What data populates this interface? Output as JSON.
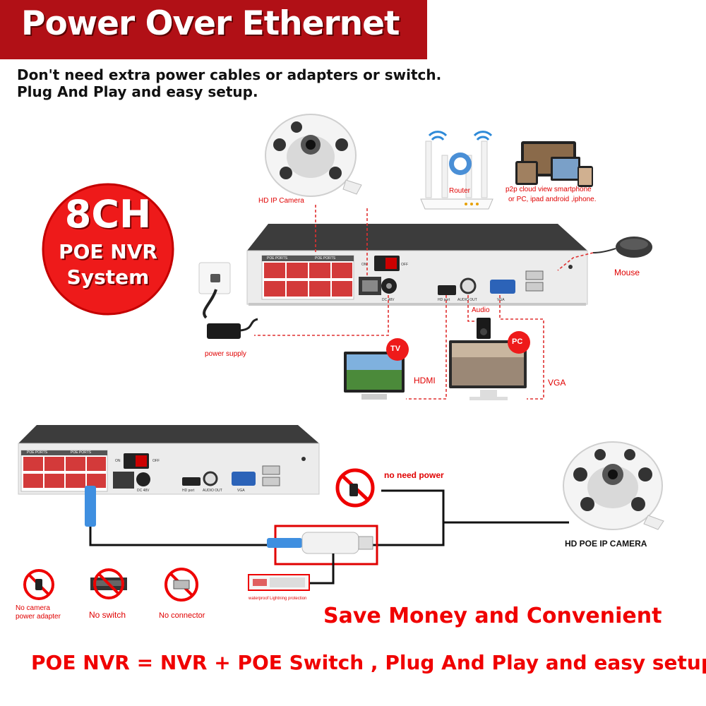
{
  "header": {
    "title": "Power Over Ethernet",
    "line1": "Don't need extra power cables or adapters or switch.",
    "line2": "Plug And Play and easy setup."
  },
  "badge": {
    "line1": "8CH",
    "line2": "POE NVR",
    "line3": "System"
  },
  "labels": {
    "hd_ip_camera": "HD IP Camera",
    "router": "Router",
    "p2p_line1": "p2p cloud  view smartphone",
    "p2p_line2": "or PC, ipad android ,iphone.",
    "mouse": "Mouse",
    "power_supply": "power supply",
    "audio": "Audio",
    "tv": "TV",
    "pc": "PC",
    "hdmi": "HDMI",
    "vga": "VGA",
    "no_need_power": "no need power",
    "hd_poe_ip_camera": "HD POE IP CAMERA",
    "waterproof": "waterproof Lightning protection",
    "no_adapter_1": "No camera",
    "no_adapter_2": "power adapter",
    "no_switch": "No switch",
    "no_connector": "No connector"
  },
  "nvr_panel": {
    "poe_ports": "POE PORTS",
    "on": "ON",
    "off": "OFF",
    "dc": "DC 48V",
    "hd_port": "HD port",
    "audio_out": "AUDIO OUT",
    "vga": "VGA"
  },
  "slogan": "Save Money and Convenient",
  "footer": "POE NVR = NVR + POE Switch , Plug And Play and easy setup.",
  "colors": {
    "banner": "#b11016",
    "accent_red": "#f00000",
    "nvr_body": "#e9e9e9",
    "nvr_top": "#3a3a3a",
    "port_red": "#d33a3a"
  }
}
